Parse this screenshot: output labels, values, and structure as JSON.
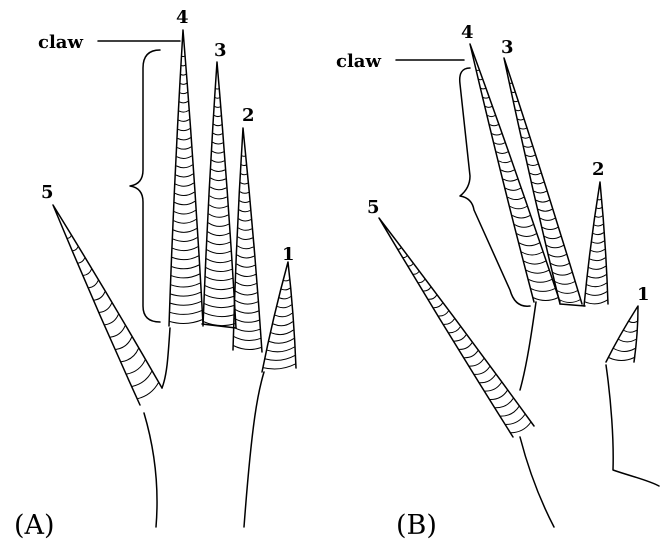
{
  "figure": {
    "panels": [
      {
        "id": "A",
        "panel_label": "(A)",
        "claw_label": "claw",
        "digits": [
          {
            "number": "1",
            "scales": 11
          },
          {
            "number": "2",
            "scales": 22
          },
          {
            "number": "3",
            "scales": 27
          },
          {
            "number": "4",
            "scales": 30
          },
          {
            "number": "5",
            "scales": 14
          }
        ]
      },
      {
        "id": "B",
        "panel_label": "(B)",
        "claw_label": "claw",
        "digits": [
          {
            "number": "1",
            "scales": 5
          },
          {
            "number": "2",
            "scales": 13
          },
          {
            "number": "3",
            "scales": 25
          },
          {
            "number": "4",
            "scales": 26
          },
          {
            "number": "5",
            "scales": 23
          }
        ]
      }
    ]
  }
}
